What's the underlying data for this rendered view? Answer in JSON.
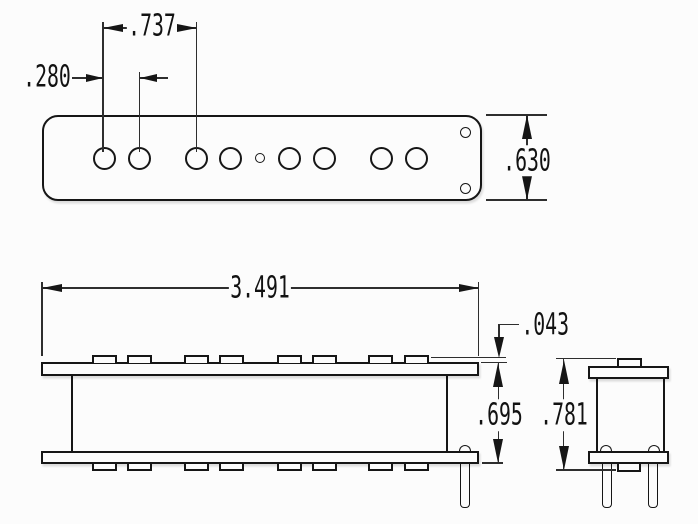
{
  "drawing": {
    "type": "engineering-dimension-drawing",
    "subject": "pickup bobbin with cover plate, three orthographic views",
    "colors": {
      "background": "#fcfcfc",
      "line": "#161616"
    },
    "top_view": {
      "pole_hole_count": 8,
      "center_hole_count": 1,
      "mounting_hole_count": 2
    },
    "side_view": {
      "magnet_tab_count_per_flange": 8,
      "terminal_pin_count_visible": 1
    },
    "end_view": {
      "terminal_pin_count": 2,
      "eyelet_count": 2
    },
    "dimensions": {
      "pole_pair_span": {
        "label": ".737"
      },
      "pole_spacing": {
        "label": ".280"
      },
      "cover_width": {
        "label": ".630"
      },
      "overall_length": {
        "label": "3.491"
      },
      "magnet_protrusion": {
        "label": ".043"
      },
      "flange_outside": {
        "label": ".695"
      },
      "overall_height": {
        "label": ".781"
      }
    }
  }
}
